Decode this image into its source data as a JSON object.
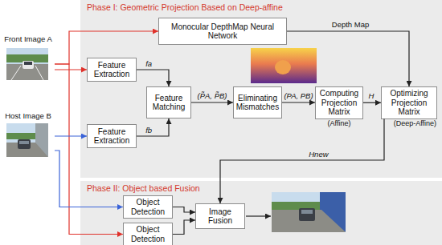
{
  "diagram": {
    "nodes": [
      {
        "text": [
          "Phase I: Geometric Projection Based on Deep-affine"
        ]
      },
      {
        "text": [
          "Front Image A"
        ]
      },
      {
        "text": [
          "Monocular DepthMap Neural Network"
        ],
        "in": 0
      },
      {
        "text": [
          "Feature Extraction"
        ],
        "in": 0
      },
      {
        "text": [
          "Feature Matching"
        ],
        "in": 0
      },
      {
        "text": [
          "Eliminating Mismatches"
        ],
        "in": 0
      },
      {
        "text": [
          "Computing Projection Matrix",
          "(Affine)"
        ],
        "in": 0
      },
      {
        "text": [
          "Optimizing Projection Matrix",
          "(Deep-Affine)"
        ],
        "in": 0
      },
      {
        "text": [
          "Feature Extraction"
        ],
        "in": 0
      },
      {
        "text": [
          "Host Image B"
        ]
      },
      {
        "text": [
          "Phase II: Object based Fusion"
        ]
      },
      {
        "text": [
          "Object Detection"
        ],
        "in": 10
      },
      {
        "text": [
          "Image Fusion"
        ],
        "in": 10
      },
      {
        "text": [
          "Object Detection"
        ],
        "in": 10
      }
    ],
    "edges": [
      {
        "from": 1,
        "to": 2,
        "arrow": "to"
      },
      {
        "from": 1,
        "to": 3,
        "arrow": "to"
      },
      {
        "from": 1,
        "to": 13,
        "arrow": "to"
      },
      {
        "from": 2,
        "to": 7,
        "label": "Depth Map",
        "arrow": "to"
      },
      {
        "from": 3,
        "to": 4,
        "label": "fa",
        "arrow": "to"
      },
      {
        "from": 8,
        "to": 4,
        "label": "fb",
        "arrow": "to"
      },
      {
        "from": 4,
        "to": 5,
        "label": "(P̃A, P̃B)",
        "arrow": "to"
      },
      {
        "from": 5,
        "to": 6,
        "label": "(PA, PB)",
        "arrow": "to"
      },
      {
        "from": 6,
        "to": 7,
        "label": "H",
        "arrow": "to"
      },
      {
        "from": 7,
        "to": 12,
        "label": "Hnew",
        "arrow": "to"
      },
      {
        "from": 9,
        "to": 8,
        "arrow": "to"
      },
      {
        "from": 9,
        "to": 11,
        "arrow": "to"
      },
      {
        "from": 11,
        "to": 12,
        "arrow": "to"
      },
      {
        "from": 13,
        "to": 12,
        "arrow": "to"
      }
    ]
  }
}
